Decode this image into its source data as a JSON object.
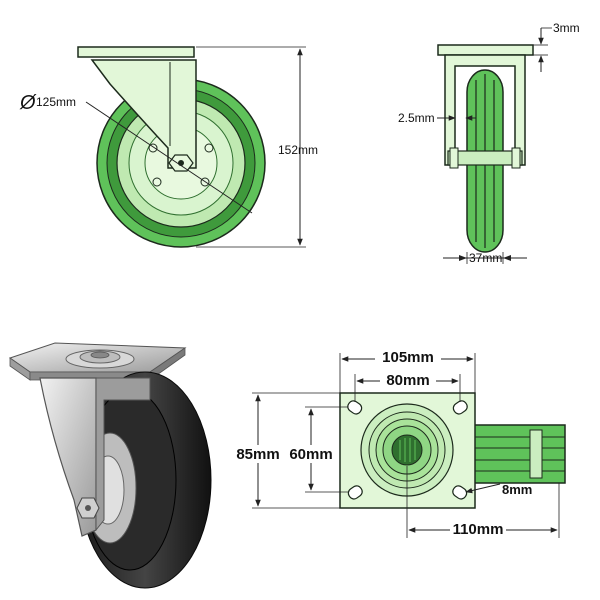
{
  "colors": {
    "outline": "#1c2a1c",
    "green_light": "#e2f7d8",
    "green_mid": "#a9e39a",
    "green_tire": "#5fc25a",
    "green_dark": "#2f6f2f",
    "dim_line": "#222222"
  },
  "side_view": {
    "diameter": "125mm",
    "height": "152mm"
  },
  "front_view": {
    "plate_thickness": "3mm",
    "fork_thickness": "2.5mm",
    "wheel_width": "37mm"
  },
  "top_view": {
    "plate_width": "105mm",
    "hole_spacing_x": "80mm",
    "plate_length": "85mm",
    "hole_spacing_y": "60mm",
    "hole_diameter": "8mm",
    "swivel_radius": "110mm"
  }
}
